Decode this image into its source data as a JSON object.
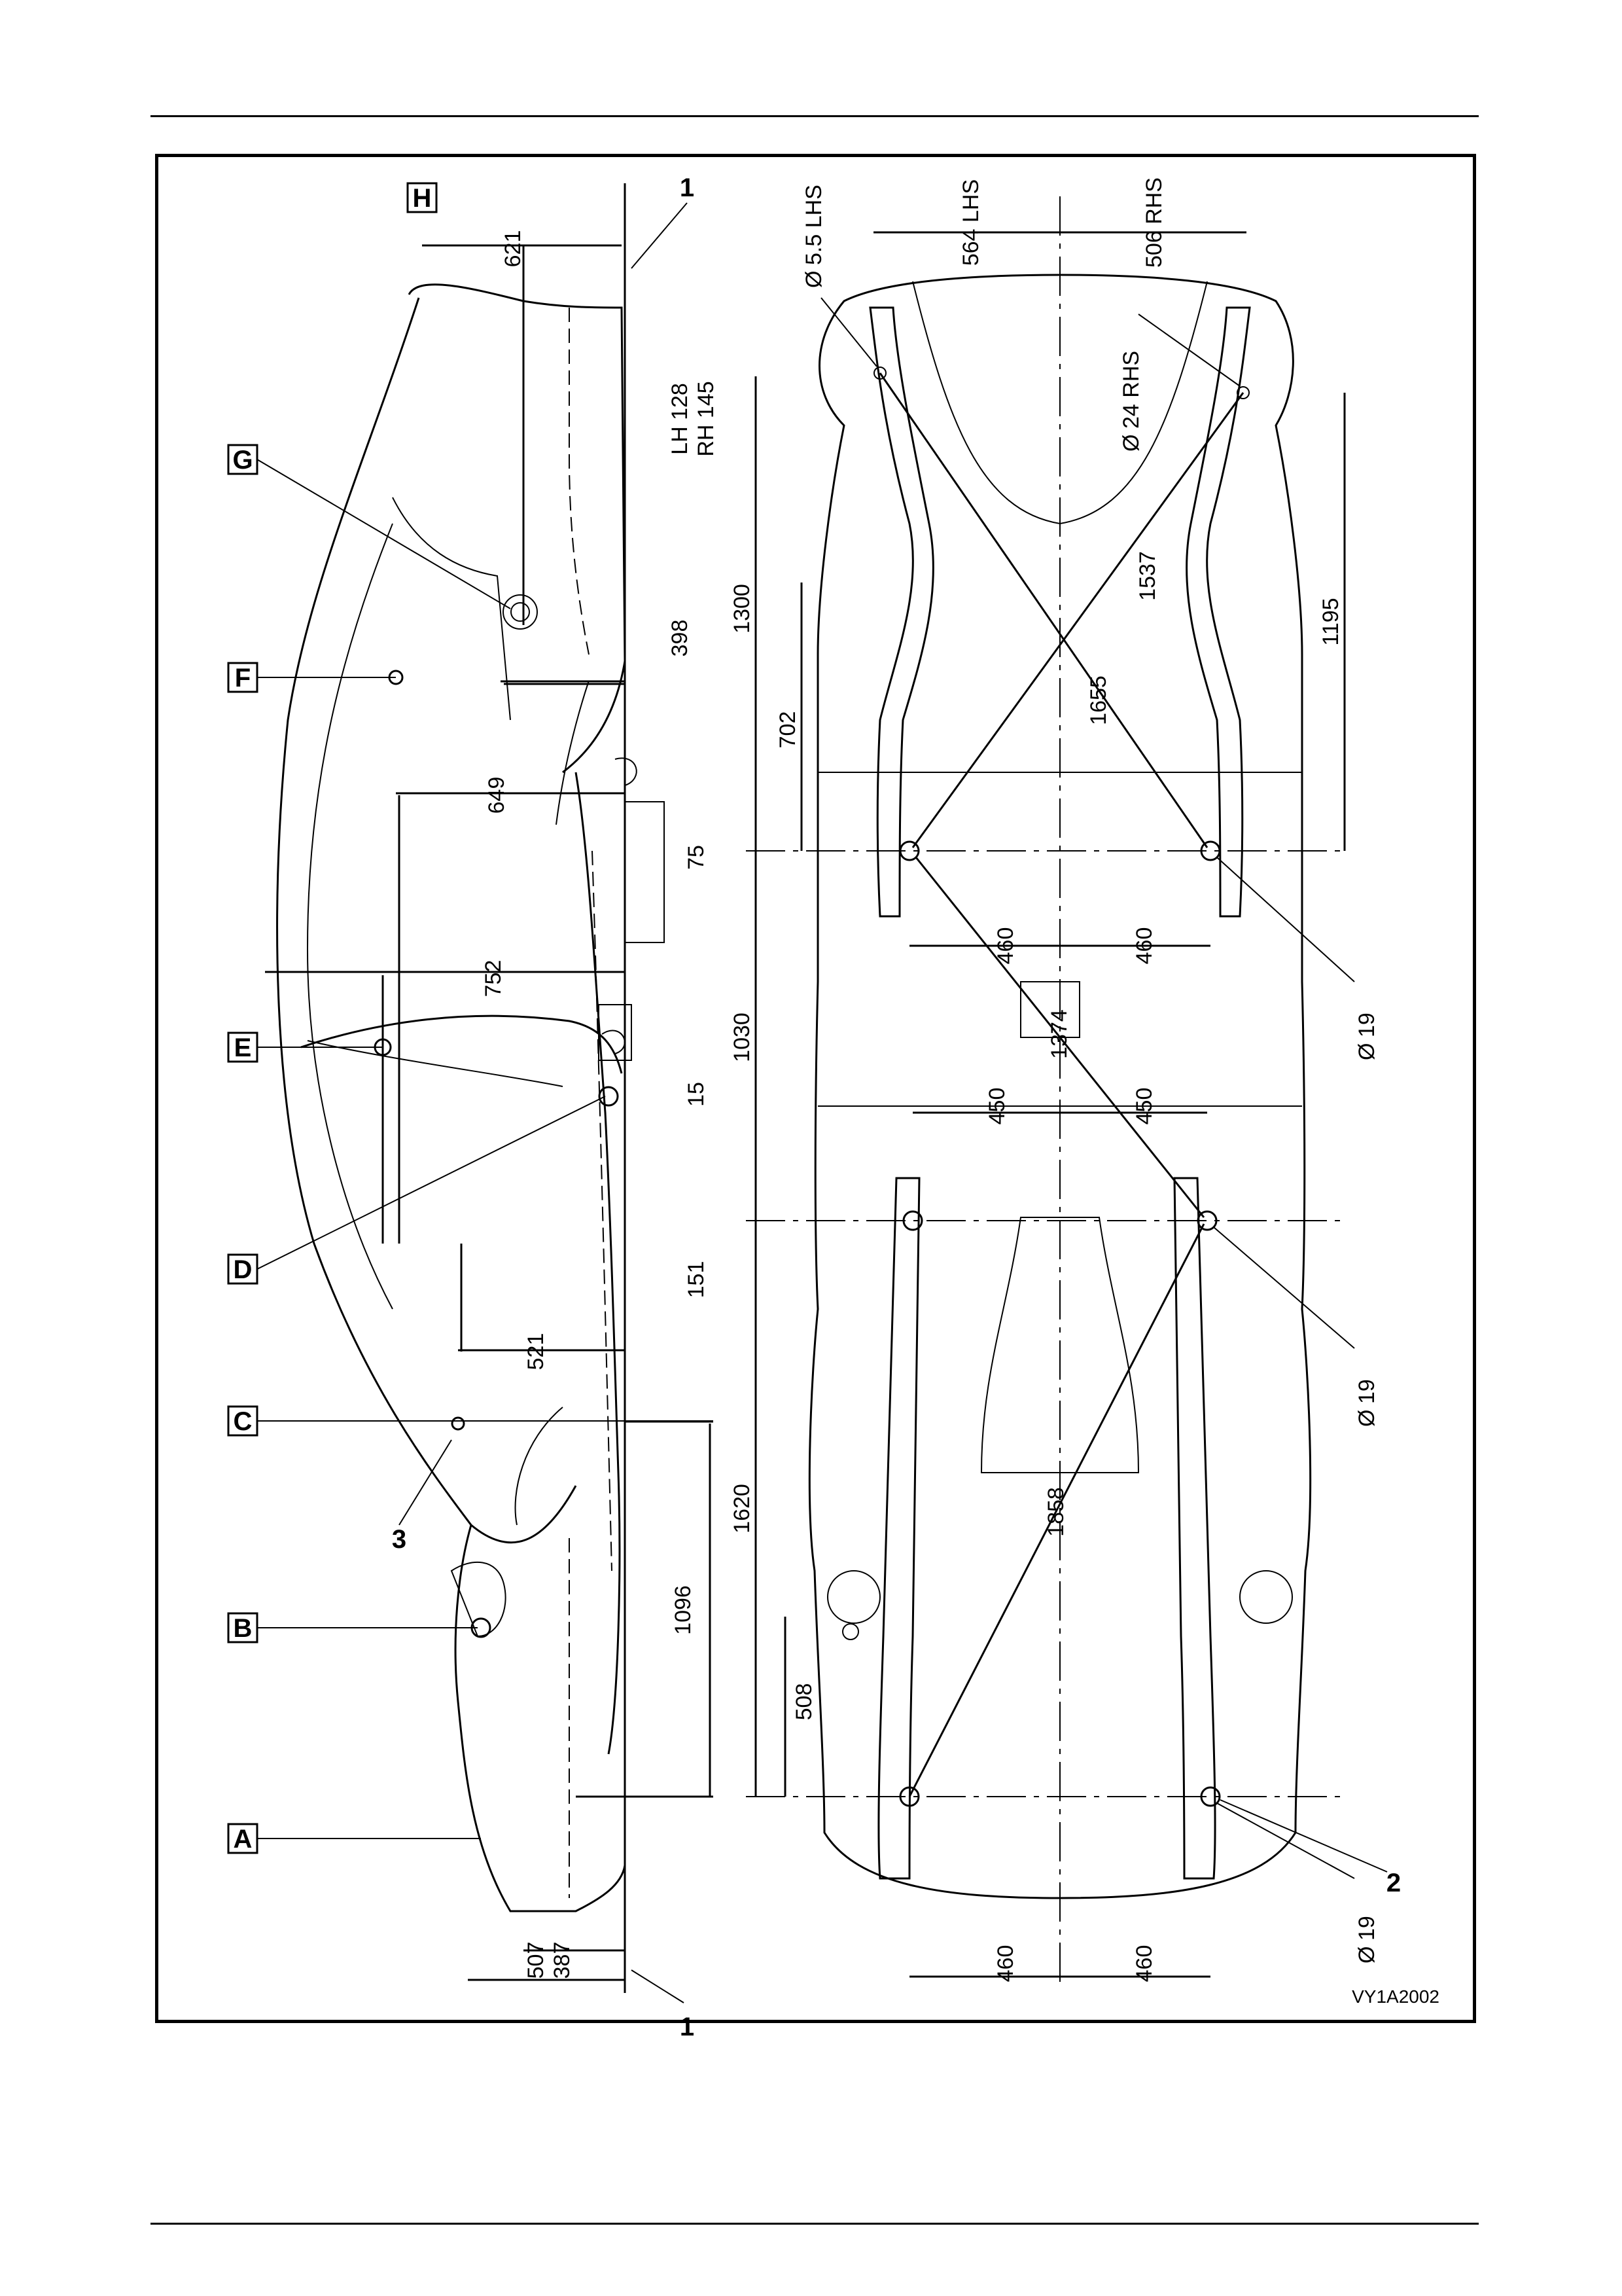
{
  "figure_code": "VY1A2002",
  "datum_points": [
    "A",
    "B",
    "C",
    "D",
    "E",
    "F",
    "G",
    "H"
  ],
  "callouts": {
    "datum_line": "1",
    "reference_hole": "2",
    "check_point": "3"
  },
  "side_view_dimensions": {
    "a_height_outer": "507",
    "a_height_inner": "387",
    "b_to_c": "1096",
    "c_height": "521",
    "rocker_drop": "151",
    "d_offset": "15",
    "e_height": "752",
    "e_drop": "75",
    "f_height": "649",
    "g_drop": "398",
    "rear_rail_lh": "LH 128",
    "rear_rail_rh": "RH 145",
    "h_height": "621"
  },
  "plan_view_dimensions": {
    "front_halfwidth_left": "460",
    "front_halfwidth_right": "460",
    "front_to_tower": "508",
    "front_to_mid": "1620",
    "front_diagonal": "1858",
    "mid_halfwidth_left": "450",
    "mid_halfwidth_right": "450",
    "mid_hole_dia": "19",
    "mid_to_rear": "1030",
    "mid_diagonal": "1374",
    "rear_halfwidth_left": "460",
    "rear_halfwidth_right": "460",
    "rear_hole_dia": "19",
    "rear_to_spring": "702",
    "rear_to_end": "1300",
    "rear_diagonal_1": "1655",
    "rear_diagonal_2": "1537",
    "rear_rh_length": "1195",
    "end_offset_lhs": "564 LHS",
    "end_offset_rhs": "506 RHS",
    "end_hole_lhs": "5.5 LHS",
    "end_hole_rhs": "24 RHS",
    "front_hole_dia": "19"
  },
  "symbols": {
    "diameter": "Ø"
  }
}
